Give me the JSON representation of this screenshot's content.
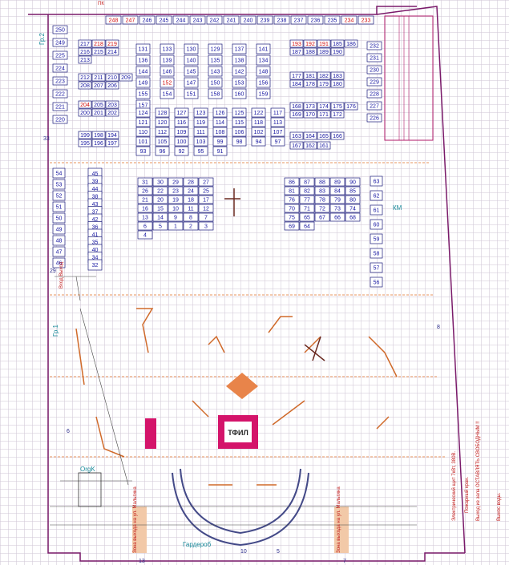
{
  "rows": {
    "top": [
      "248",
      "247",
      "246",
      "245",
      "244",
      "243",
      "242",
      "241",
      "240",
      "239",
      "238",
      "237",
      "236",
      "235",
      "234",
      "233"
    ],
    "left": [
      "250",
      "249",
      "225",
      "224",
      "223",
      "222",
      "221",
      "220"
    ],
    "right": [
      "232",
      "231",
      "230",
      "229",
      "228",
      "227",
      "226"
    ],
    "b217": [
      "217",
      "218",
      "219",
      "216",
      "215",
      "214",
      "213"
    ],
    "b212": [
      "212",
      "211",
      "210",
      "209",
      "208",
      "207",
      "206"
    ],
    "b205": [
      "204",
      "205",
      "203",
      "200",
      "201",
      "202"
    ],
    "b199": [
      "199",
      "198",
      "194",
      "195",
      "196",
      "197"
    ],
    "b193": [
      "193",
      "192",
      "191",
      "185",
      "186",
      "187",
      "188",
      "189",
      "190"
    ],
    "b181": [
      "177",
      "181",
      "182",
      "183",
      "184",
      "178",
      "179",
      "180"
    ],
    "b173": [
      "168",
      "173",
      "174",
      "175",
      "176",
      "169",
      "170",
      "171",
      "172"
    ],
    "b163": [
      "163",
      "164",
      "165",
      "166",
      "167",
      "162",
      "161"
    ],
    "cols_131": [
      "131",
      "133",
      "130",
      "129",
      "137",
      "141",
      "136",
      "139",
      "140",
      "135",
      "138",
      "134",
      "144",
      "146",
      "145",
      "143",
      "142",
      "148",
      "149",
      "152",
      "147",
      "150",
      "153",
      "156",
      "155",
      "154",
      "151",
      "158",
      "160",
      "159",
      "157"
    ],
    "cols_124": [
      "124",
      "128",
      "127",
      "123",
      "126",
      "125",
      "122",
      "117",
      "121",
      "120",
      "116",
      "119",
      "114",
      "115",
      "118",
      "113",
      "110",
      "112",
      "109",
      "111",
      "108",
      "106",
      "102",
      "107",
      "101",
      "105",
      "100",
      "103",
      "99",
      "98",
      "94",
      "97",
      "93",
      "96",
      "92",
      "95",
      "91"
    ],
    "left_col": [
      "45",
      "39",
      "44",
      "38",
      "43",
      "37",
      "42",
      "36",
      "41",
      "35",
      "40",
      "34",
      "32"
    ],
    "left_edge": [
      "54",
      "53",
      "52",
      "51",
      "50",
      "49",
      "48",
      "47",
      "46"
    ],
    "right_edge": [
      "63",
      "62",
      "61",
      "60",
      "59",
      "58",
      "57",
      "56"
    ],
    "mid_left": [
      "31",
      "30",
      "29",
      "28",
      "27",
      "26",
      "22",
      "23",
      "24",
      "25",
      "21",
      "20",
      "19",
      "18",
      "17",
      "16",
      "15",
      "10",
      "11",
      "12",
      "13",
      "14",
      "9",
      "8",
      "7",
      "6",
      "5",
      "1",
      "2",
      "3",
      "4"
    ],
    "mid_right": [
      "86",
      "87",
      "88",
      "89",
      "90",
      "81",
      "82",
      "83",
      "84",
      "85",
      "76",
      "77",
      "78",
      "79",
      "80",
      "70",
      "71",
      "72",
      "73",
      "74",
      "75",
      "65",
      "67",
      "66",
      "68",
      "69",
      "64"
    ]
  },
  "labels": {
    "km": "КМ",
    "orgk": "OrgK",
    "garderob": "Гардероб",
    "stage": "ТФИЛ",
    "gr2": "Гр.2",
    "gr1": "Гр.1",
    "vyhod": "Вход Выход",
    "legend_electric": "Электрический щит 7кВт, 380В.",
    "legend_fire": "Пожарный кран.",
    "legend_exit": "Выход из зала ОСТАВЛЯТЬ СВОБОДНЫМ !!",
    "legend_water": "Вынос воды.",
    "entrance_left": "Зона выхода на ул. Мальгина",
    "entrance_right": "Зона выхода на ул. Мальгина",
    "num_13": "13",
    "num_10": "10",
    "num_5": "5",
    "num_7": "7",
    "num_33": "33",
    "num_29": "29",
    "num_8": "8",
    "num_6": "6",
    "pk": "ПК"
  },
  "colors": {
    "wall": "#7a1a6a",
    "booth_text": "#1414a0",
    "accent_red": "#d01010",
    "stage": "#d4146a",
    "orange": "#e0702a",
    "teal": "#1a8a9a"
  }
}
